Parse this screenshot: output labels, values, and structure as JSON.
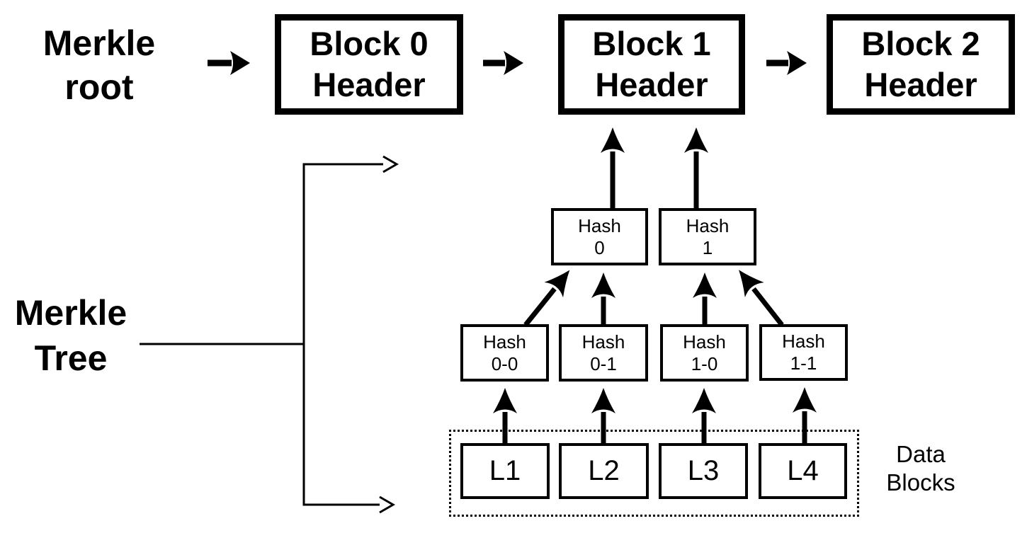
{
  "diagram": {
    "background": "#ffffff",
    "ink_color": "#000000",
    "labels": {
      "merkle_root": {
        "line1": "Merkle",
        "line2": "root"
      },
      "merkle_tree": {
        "line1": "Merkle",
        "line2": "Tree"
      },
      "data_blocks": {
        "line1": "Data",
        "line2": "Blocks"
      }
    },
    "block_headers": [
      {
        "line1": "Block 0",
        "line2": "Header"
      },
      {
        "line1": "Block 1",
        "line2": "Header"
      },
      {
        "line1": "Block 2",
        "line2": "Header"
      }
    ],
    "hash_level_1": [
      {
        "line1": "Hash",
        "line2": "0"
      },
      {
        "line1": "Hash",
        "line2": "1"
      }
    ],
    "hash_level_2": [
      {
        "line1": "Hash",
        "line2": "0-0"
      },
      {
        "line1": "Hash",
        "line2": "0-1"
      },
      {
        "line1": "Hash",
        "line2": "1-0"
      },
      {
        "line1": "Hash",
        "line2": "1-1"
      }
    ],
    "data_blocks": [
      {
        "label": "L1"
      },
      {
        "label": "L2"
      },
      {
        "label": "L3"
      },
      {
        "label": "L4"
      }
    ]
  }
}
